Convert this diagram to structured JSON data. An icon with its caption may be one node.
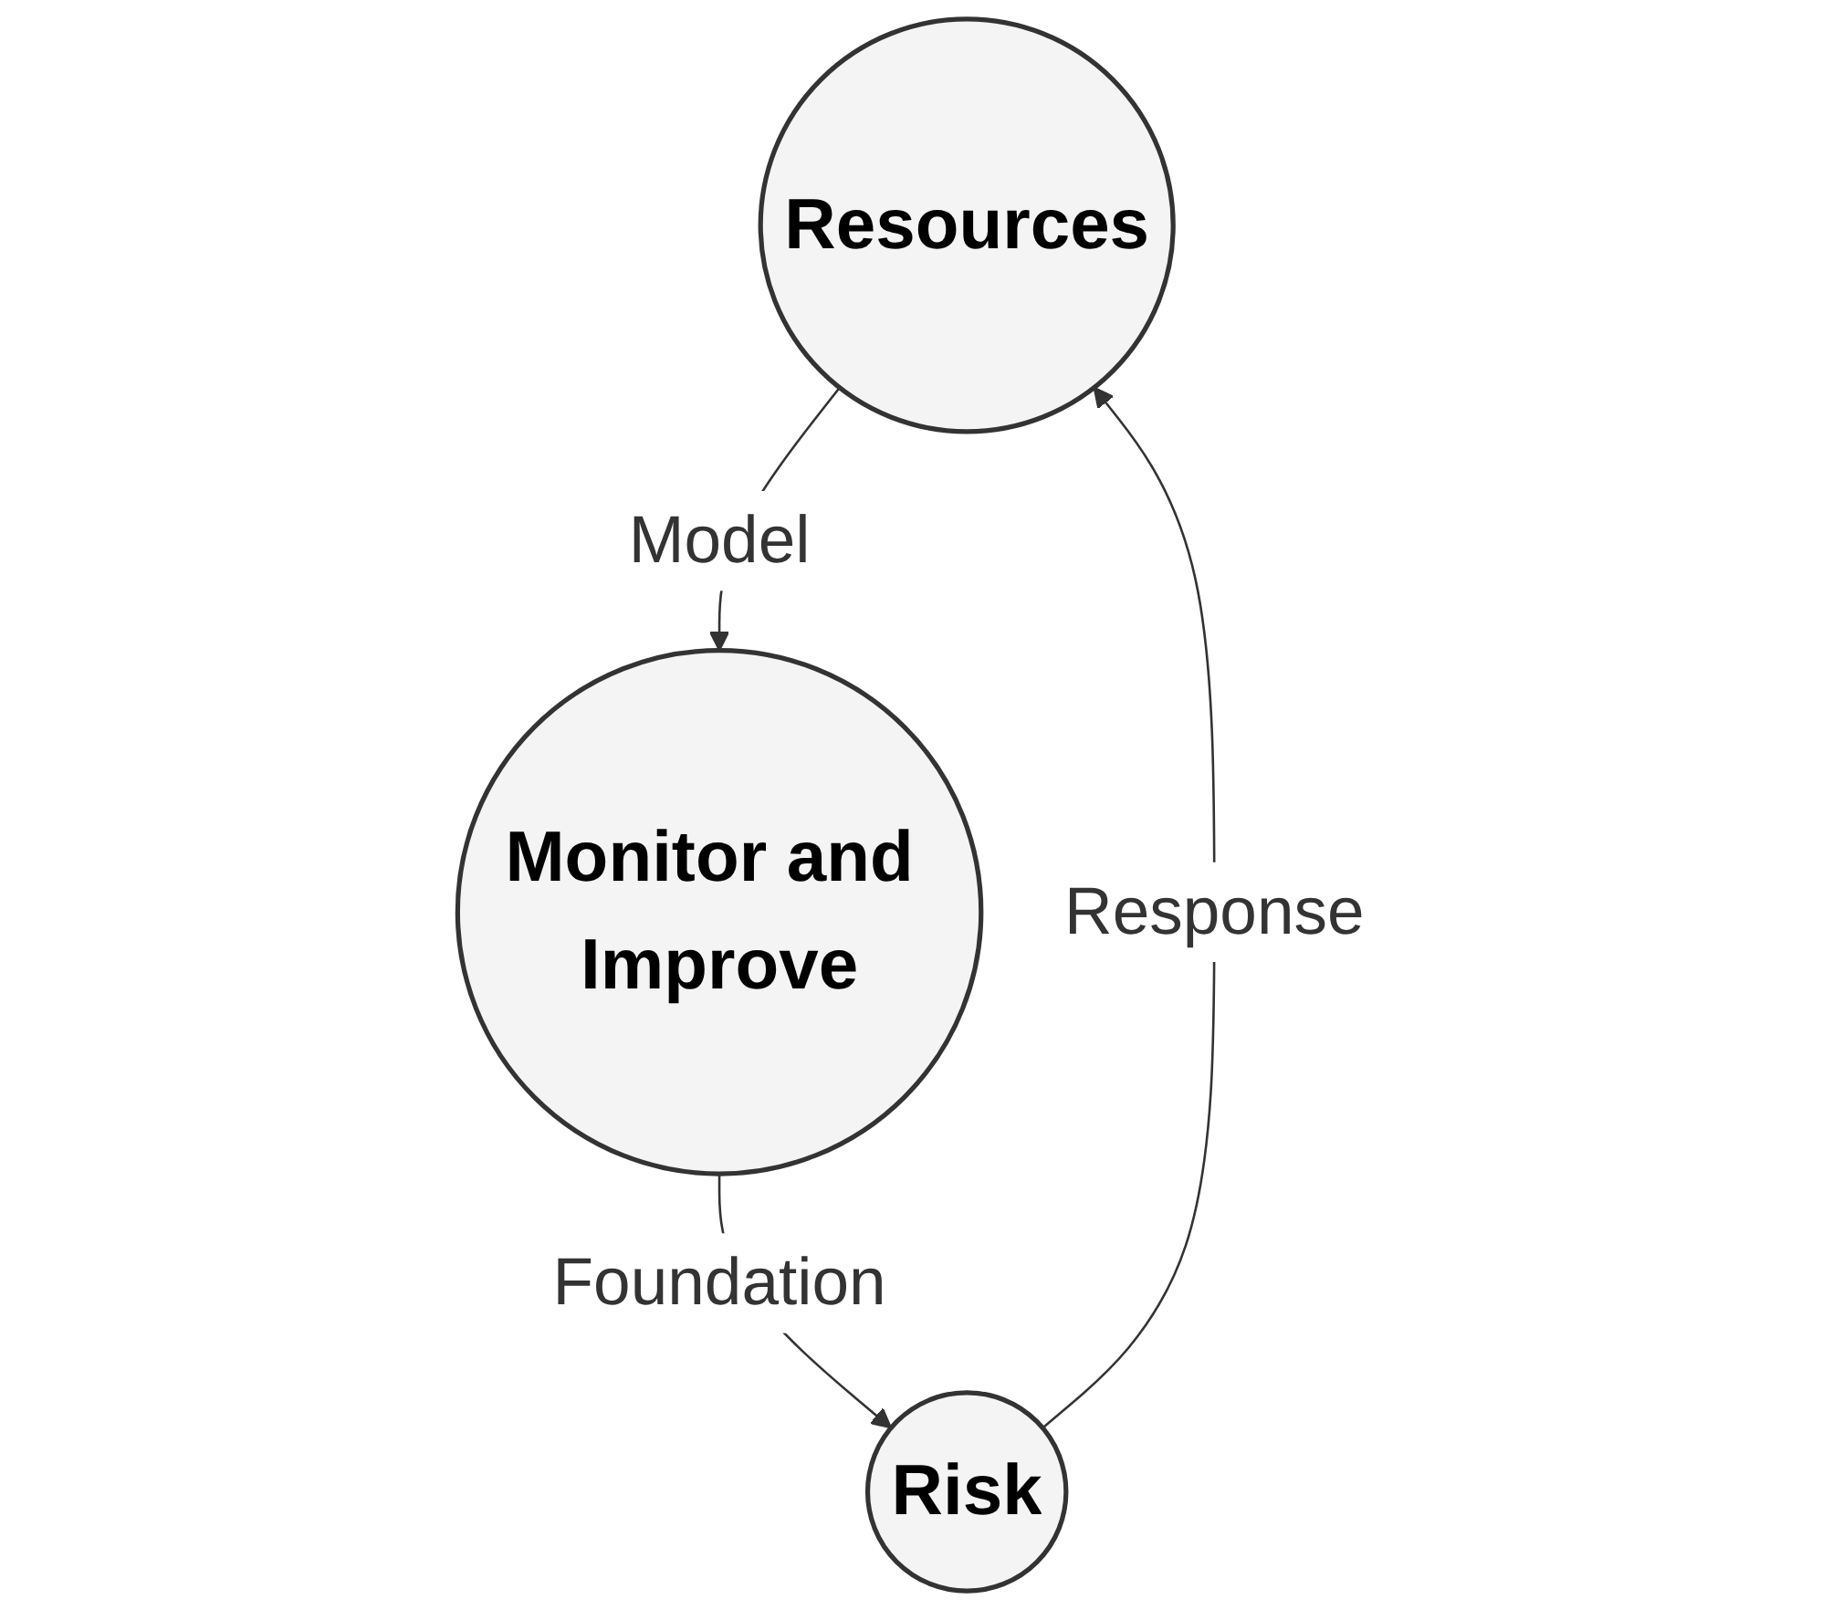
{
  "diagram": {
    "nodes": [
      {
        "text": [
          "Resources"
        ]
      },
      {
        "text": [
          "Monitor and Improve"
        ]
      },
      {
        "text": [
          "Risk"
        ]
      }
    ],
    "edges": [
      {
        "from": 0,
        "to": 1,
        "arrow": "to",
        "label": "Model"
      },
      {
        "from": 1,
        "to": 2,
        "arrow": "to",
        "label": "Foundation"
      },
      {
        "from": 2,
        "to": 0,
        "arrow": "to",
        "label": "Response"
      }
    ]
  }
}
